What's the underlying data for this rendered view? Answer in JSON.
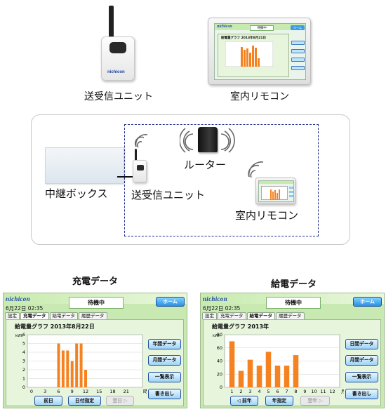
{
  "top": {
    "unit_caption": "送受信ユニット",
    "remote_caption": "室内リモコン",
    "unit_brand": "nichicon",
    "remote_mini": {
      "logo": "nichicon",
      "status": "待機中",
      "home": "ホーム",
      "graph_title": "給電量グラフ 2013年8月21日"
    }
  },
  "diagram": {
    "relay_box_label": "中継ボックス",
    "unit_label": "送受信ユニット",
    "router_label": "ルーター",
    "remote_label": "室内リモコン"
  },
  "left_panel": {
    "title": "充電データ",
    "logo": "nichicon",
    "datetime": "6月22日 02:35",
    "status": "待機中",
    "home_button": "ホーム",
    "tabs": [
      "設定",
      "充電データ",
      "給電データ",
      "履歴データ"
    ],
    "active_tab": 1,
    "graph_title": "給電量グラフ 2013年8月22日",
    "side_buttons": [
      "年間データ",
      "月間データ",
      "一覧表示",
      "書き出し"
    ],
    "bottom_buttons": [
      {
        "label": "前日",
        "disabled": false
      },
      {
        "label": "日付指定",
        "disabled": false
      },
      {
        "label": "翌日 ▷",
        "disabled": true
      }
    ]
  },
  "right_panel": {
    "title": "給電データ",
    "logo": "nichicon",
    "datetime": "6月22日 02:35",
    "status": "待機中",
    "home_button": "ホーム",
    "tabs": [
      "設定",
      "充電データ",
      "給電データ",
      "履歴データ"
    ],
    "active_tab": 2,
    "graph_title": "給電量グラフ 2013年",
    "side_buttons": [
      "日間データ",
      "月間データ",
      "一覧表示",
      "書き出し"
    ],
    "bottom_buttons": [
      {
        "label": "◁ 前年",
        "disabled": false
      },
      {
        "label": "年指定",
        "disabled": false
      },
      {
        "label": "翌年 ▷",
        "disabled": true
      }
    ]
  },
  "chart_data": [
    {
      "type": "bar",
      "title": "給電量グラフ 2013年8月22日",
      "ylabel": "kWh",
      "xlabel": "時",
      "ylim": [
        0,
        6
      ],
      "yticks": [
        0,
        1,
        2,
        3,
        4,
        5,
        6
      ],
      "xticks": [
        0,
        3,
        6,
        9,
        12,
        15,
        18,
        21
      ],
      "xlim": [
        0,
        24
      ],
      "x": [
        6,
        7,
        8,
        9,
        10,
        11,
        12
      ],
      "values": [
        5.0,
        4.2,
        4.2,
        3.0,
        5.0,
        5.0,
        2.0
      ],
      "color": "#f58220",
      "grid": true
    },
    {
      "type": "bar",
      "title": "給電量グラフ 2013年",
      "ylabel": "kWh",
      "xlabel": "月",
      "ylim": [
        0,
        80
      ],
      "yticks": [
        0,
        20,
        40,
        60,
        80
      ],
      "categories": [
        "1",
        "2",
        "3",
        "4",
        "5",
        "6",
        "7",
        "8",
        "9",
        "10",
        "11",
        "12"
      ],
      "values": [
        70,
        25,
        42,
        33,
        54,
        33,
        33,
        49,
        0,
        0,
        0,
        0
      ],
      "color": "#f58220",
      "grid": true
    }
  ]
}
